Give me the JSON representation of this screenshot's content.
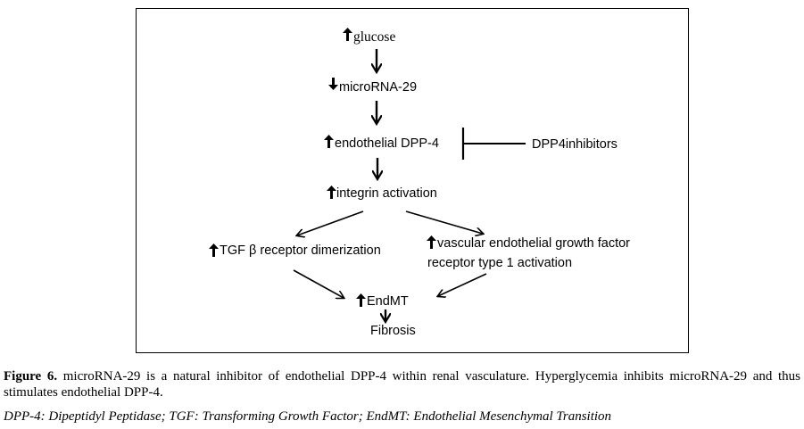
{
  "diagram": {
    "nodes": {
      "glucose": "glucose",
      "microrna": "microRNA-29",
      "dpp4": "endothelial DPP-4",
      "inhibitors": "DPP4inhibitors",
      "integrin": "integrin activation",
      "tgf": "TGF β receptor dimerization",
      "vegf_line1": "vascular endothelial growth factor",
      "vegf_line2": "receptor type 1 activation",
      "endmt": "EndMT",
      "fibrosis": "Fibrosis"
    },
    "indicators": {
      "glucose": "up",
      "microrna": "down",
      "dpp4": "up",
      "integrin": "up",
      "tgf": "up",
      "vegf": "up",
      "endmt": "up"
    }
  },
  "caption": {
    "label": "Figure 6.",
    "text": " microRNA-29 is a natural inhibitor of endothelial DPP-4 within renal vasculature. Hyperglycemia inhibits microRNA-29 and thus stimulates endothelial DPP-4.",
    "abbreviations": "DPP-4: Dipeptidyl Peptidase; TGF: Transforming Growth Factor; EndMT: Endothelial Mesenchymal Transition"
  }
}
